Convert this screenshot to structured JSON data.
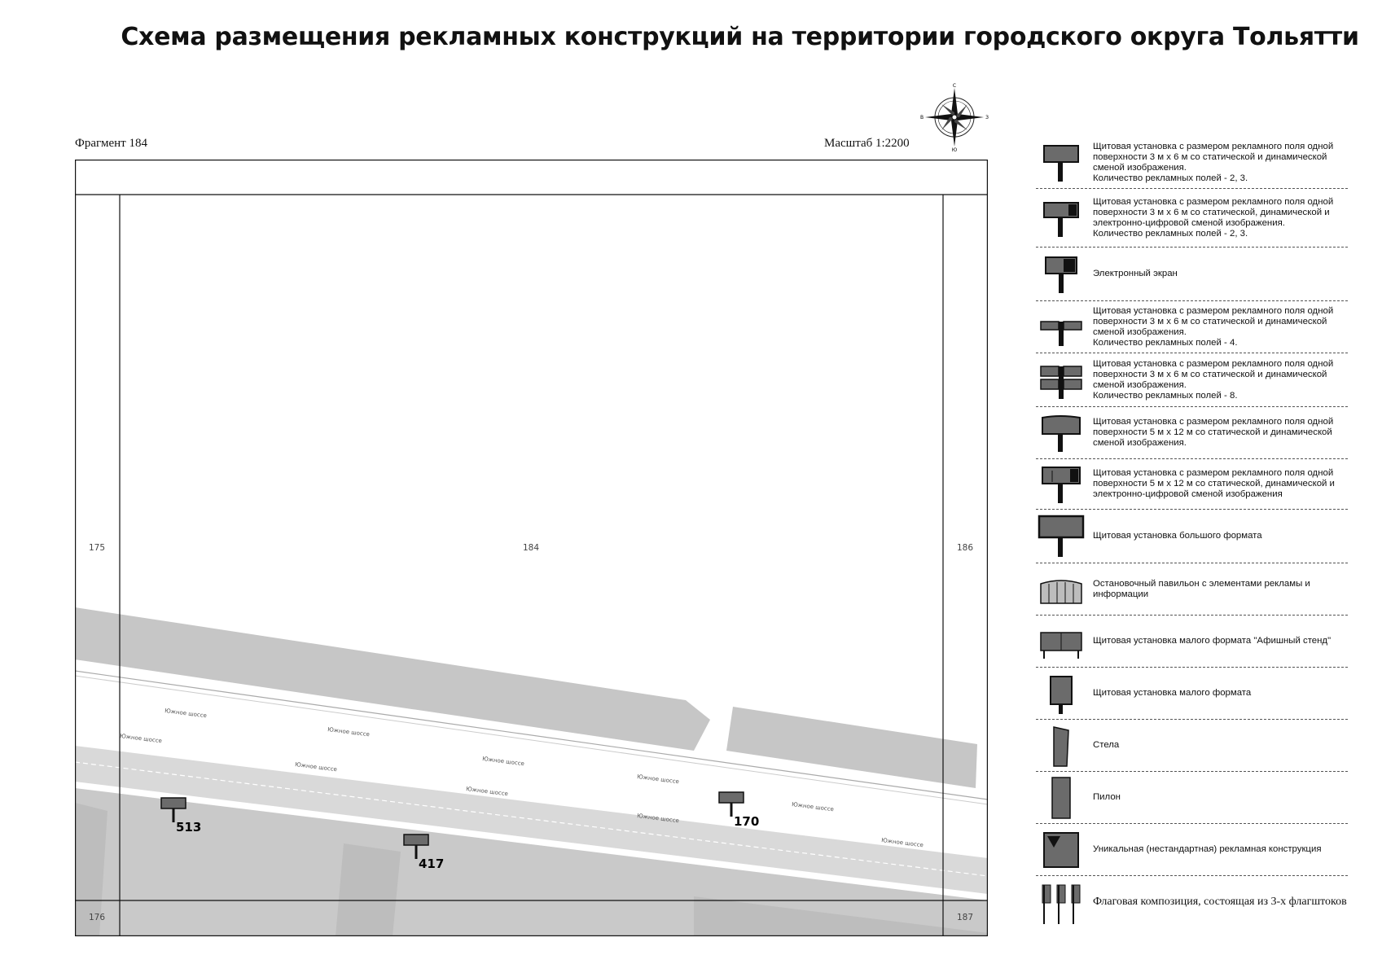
{
  "title": "Схема размещения рекламных конструкций на территории городского округа Тольятти",
  "fragment_label": "Фрагмент 184",
  "scale_label": "Масштаб 1:2200",
  "compass": {
    "n": "С",
    "s": "Ю",
    "e": "З",
    "w": "В"
  },
  "map": {
    "grid_numbers": {
      "left": "175",
      "center": "184",
      "right": "186",
      "bottom_left": "176",
      "bottom_right": "187"
    },
    "markers": [
      {
        "id": "513",
        "label": "513"
      },
      {
        "id": "417",
        "label": "417"
      },
      {
        "id": "170",
        "label": "170"
      }
    ],
    "street_label": "Южное шоссе",
    "colors": {
      "block": "#c6c6c6",
      "road": "#d9d9d9",
      "marker": "#6b6b6b"
    }
  },
  "legend": [
    {
      "icon": "billboard-3x6-icon",
      "text": "Щитовая установка с размером рекламного поля одной поверхности 3 м х 6 м со статической и динамической сменой изображения.\nКоличество рекламных полей - 2, 3."
    },
    {
      "icon": "billboard-3x6-digital-icon",
      "text": "Щитовая установка с размером рекламного поля одной поверхности 3 м х 6 м со статической, динамической и электронно-цифровой сменой изображения.\nКоличество рекламных полей - 2, 3."
    },
    {
      "icon": "electronic-screen-icon",
      "text": "Электронный экран"
    },
    {
      "icon": "billboard-4-fields-icon",
      "text": "Щитовая установка с размером рекламного поля одной поверхности 3 м х 6 м со статической и динамической сменой изображения.\nКоличество рекламных полей - 4."
    },
    {
      "icon": "billboard-8-fields-icon",
      "text": "Щитовая установка с размером рекламного поля одной поверхности 3 м х 6 м со статической и динамической сменой изображения.\nКоличество рекламных полей - 8."
    },
    {
      "icon": "billboard-5x12-icon",
      "text": "Щитовая установка с размером рекламного поля одной поверхности 5 м х 12 м со статической и динамической сменой изображения."
    },
    {
      "icon": "billboard-5x12-digital-icon",
      "text": "Щитовая установка с размером рекламного поля одной поверхности 5 м х 12 м со статической, динамической и электронно-цифровой сменой изображения"
    },
    {
      "icon": "large-format-billboard-icon",
      "text": "Щитовая установка большого формата"
    },
    {
      "icon": "bus-stop-pavilion-icon",
      "text": "Остановочный павильон с элементами рекламы и информации"
    },
    {
      "icon": "poster-stand-icon",
      "text": "Щитовая установка малого формата \"Афишный стенд\""
    },
    {
      "icon": "small-format-billboard-icon",
      "text": "Щитовая установка малого формата"
    },
    {
      "icon": "stele-icon",
      "text": "Стела"
    },
    {
      "icon": "pylon-icon",
      "text": "Пилон"
    },
    {
      "icon": "unique-construction-icon",
      "text": "Уникальная (нестандартная) рекламная конструкция"
    },
    {
      "icon": "flag-composition-icon",
      "text": "Флаговая композиция, состоящая из 3-х флагштоков"
    }
  ]
}
